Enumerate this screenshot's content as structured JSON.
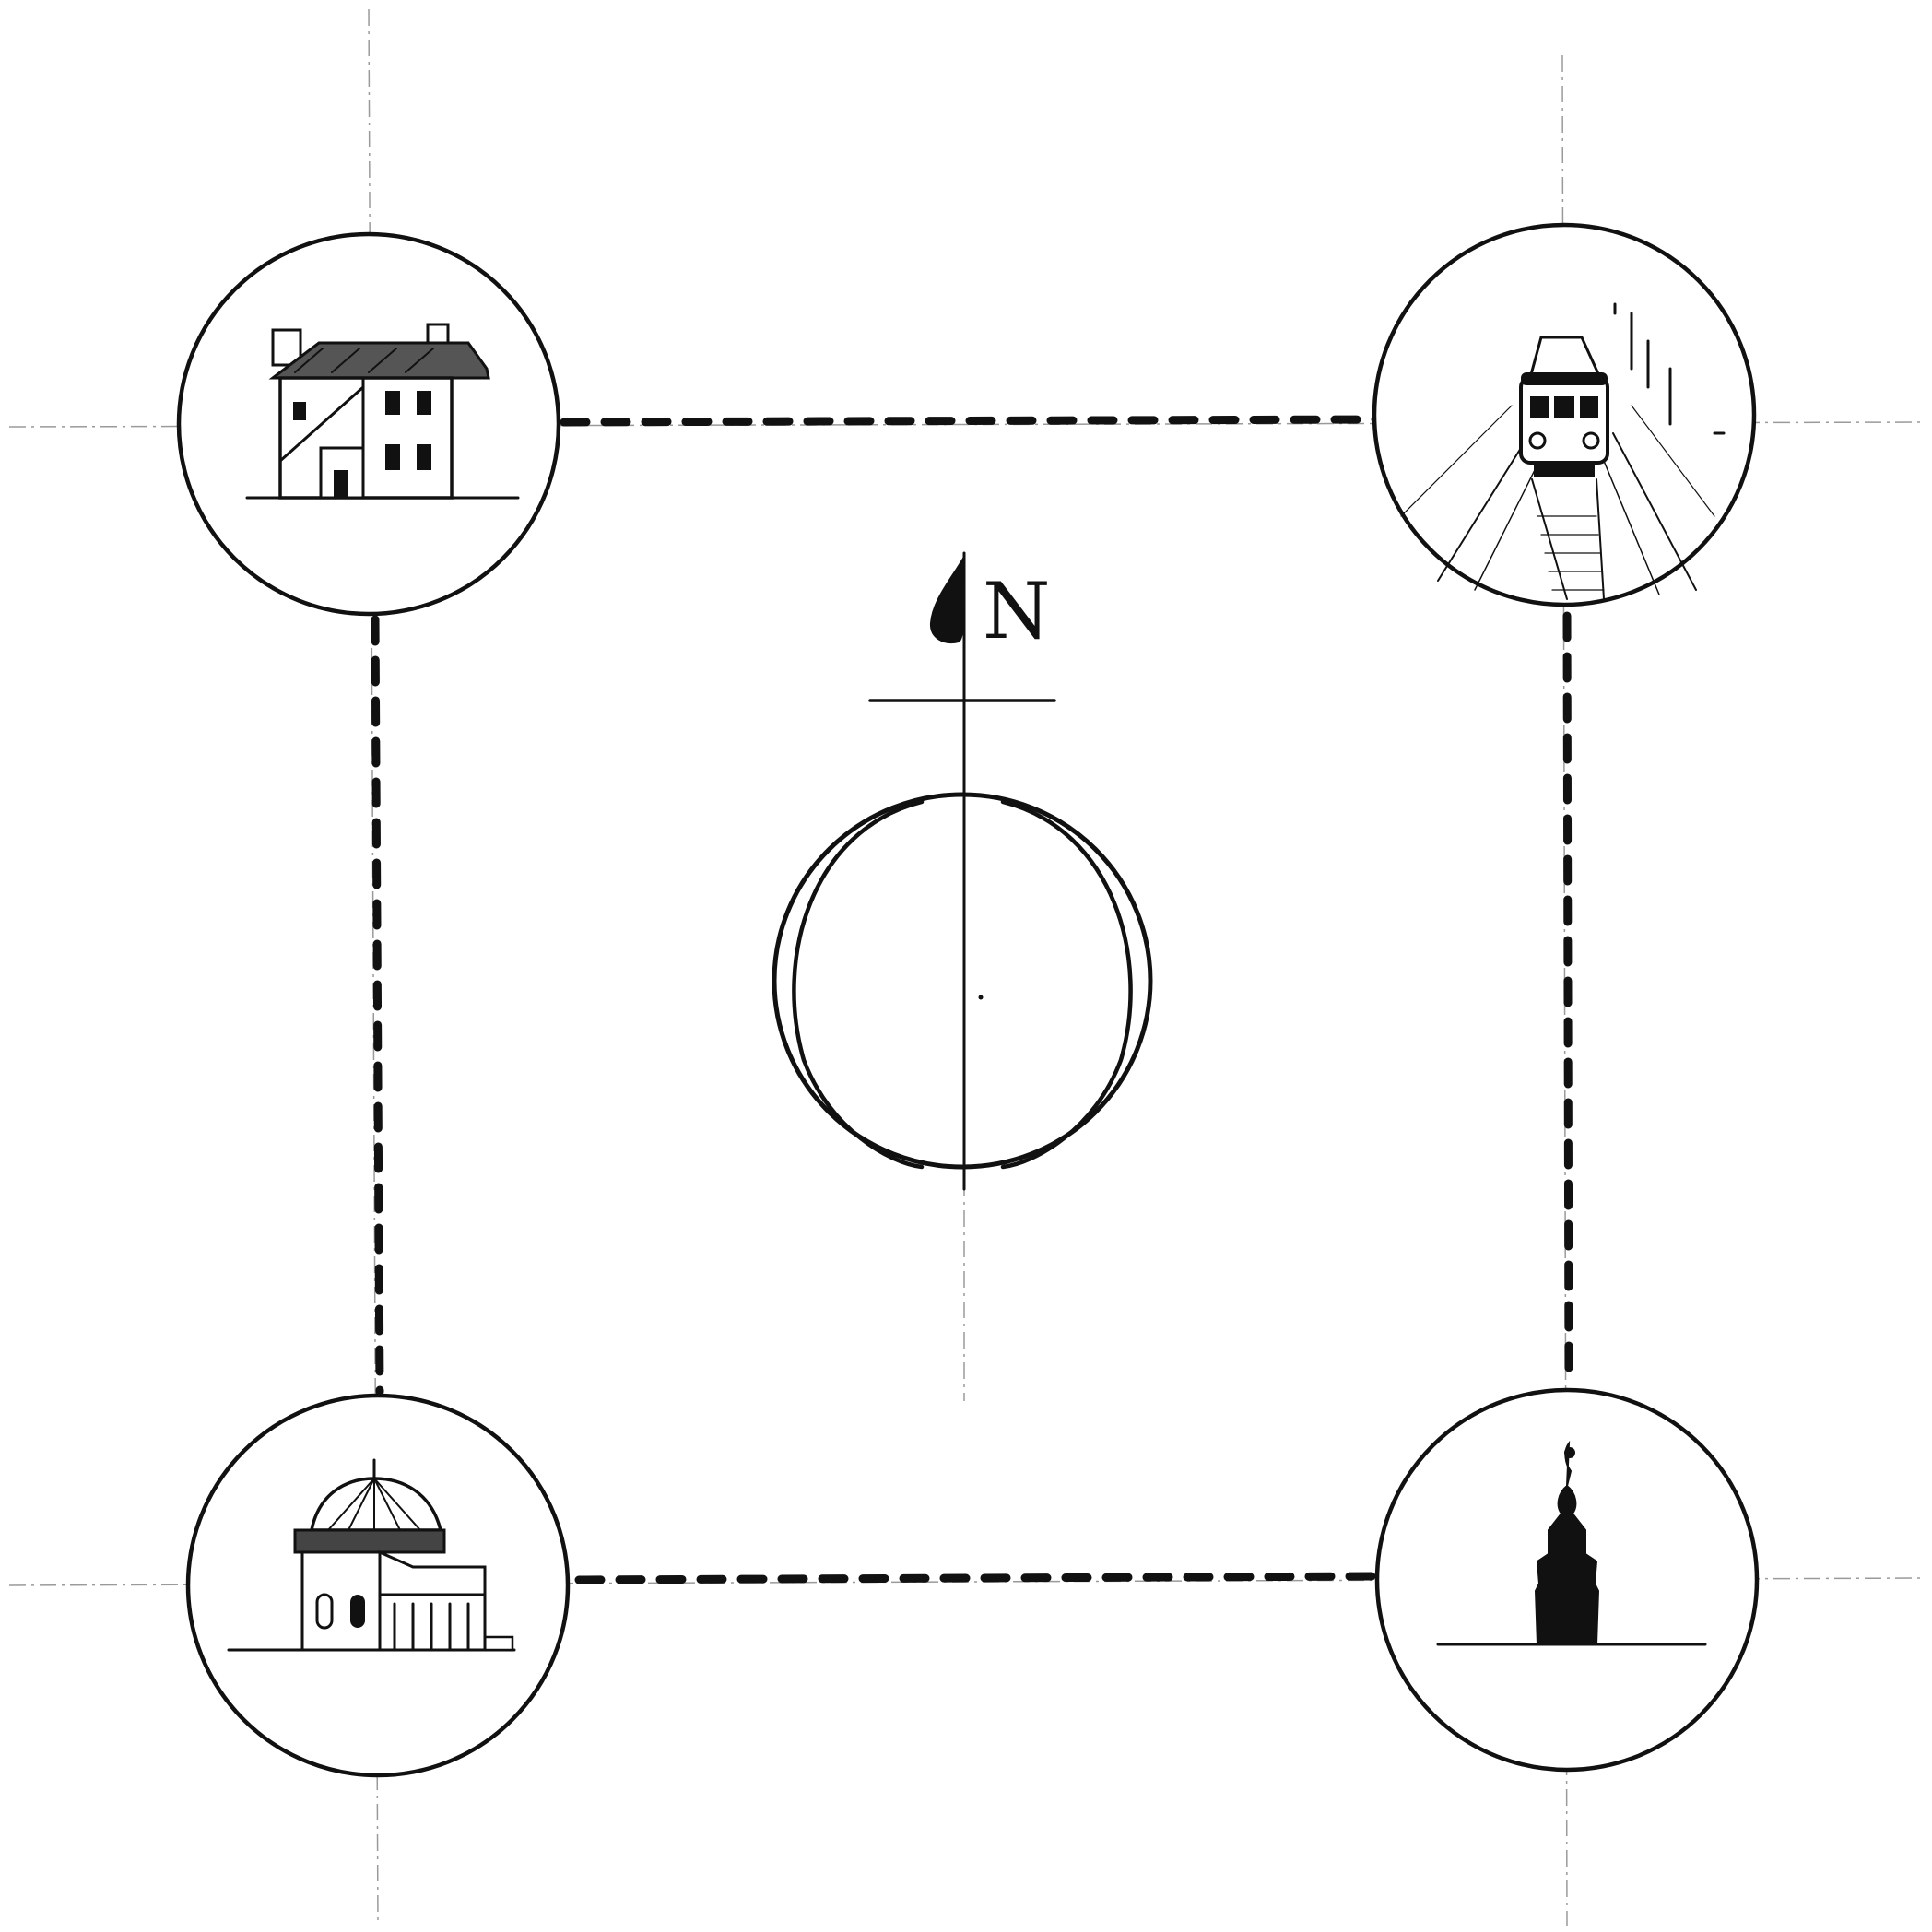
{
  "compass": {
    "north_label": "N"
  },
  "stations": [
    {
      "id": "northwest",
      "icon": "house-icon"
    },
    {
      "id": "northeast",
      "icon": "train-icon"
    },
    {
      "id": "southwest",
      "icon": "domed-temple-icon"
    },
    {
      "id": "southeast",
      "icon": "tower-silhouette-icon"
    }
  ],
  "colors": {
    "ink": "#111111",
    "paper": "#ffffff",
    "guide": "#9a9a9a"
  }
}
